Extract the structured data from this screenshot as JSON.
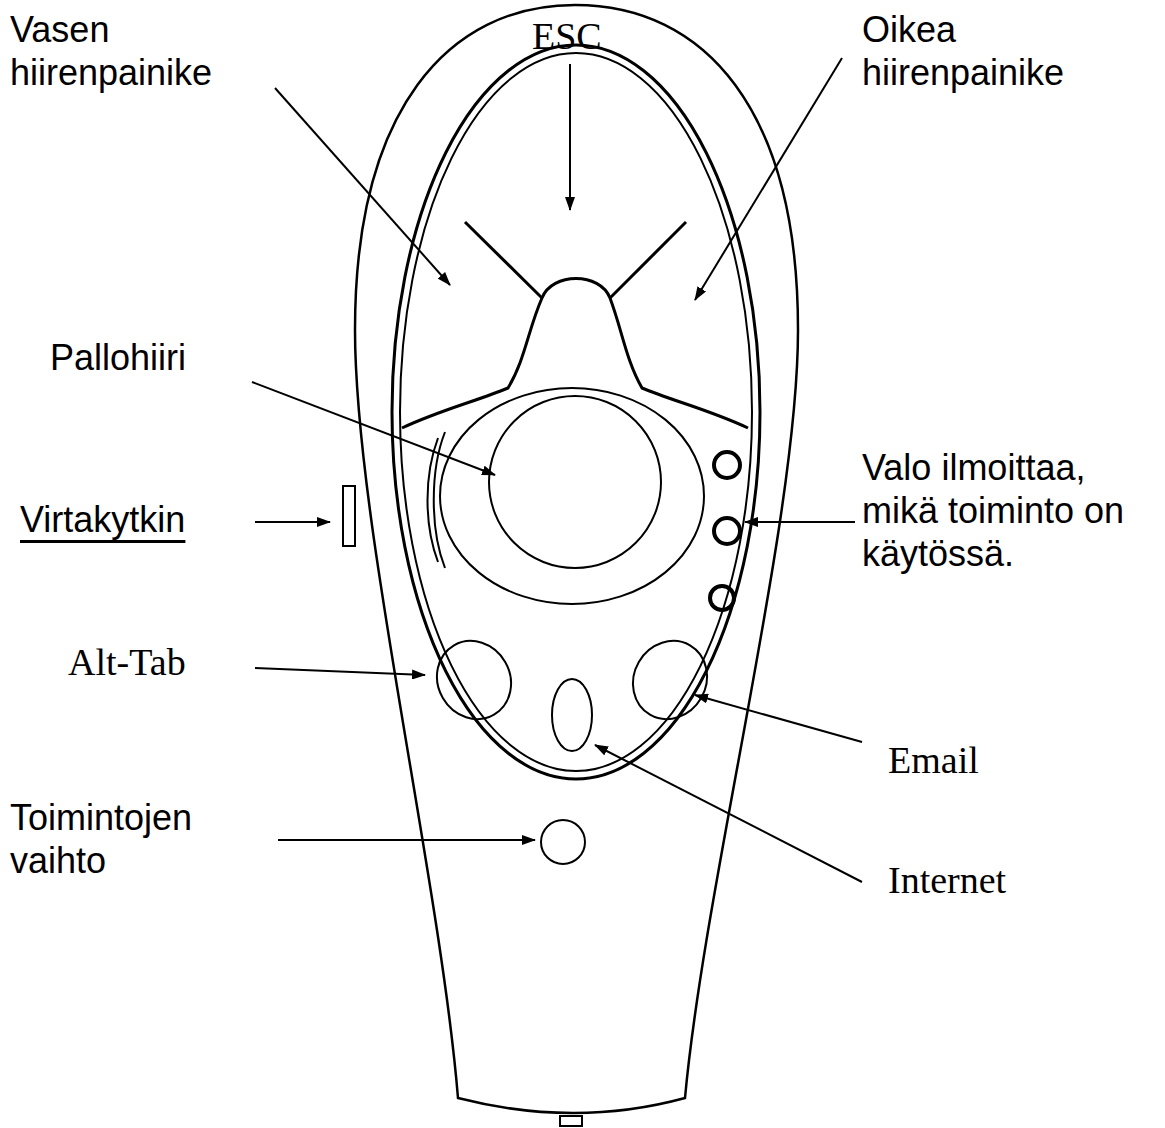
{
  "diagram": {
    "labels": [
      "Vasen hiirenpainike",
      "ESC",
      "Oikea hiirenpainike",
      "Pallohiiri",
      "Virtakytkin",
      "Valo ilmoittaa, mikä toiminto on käytössä.",
      "Alt-Tab",
      "Email",
      "Toimintojen vaihto",
      "Internet"
    ]
  }
}
